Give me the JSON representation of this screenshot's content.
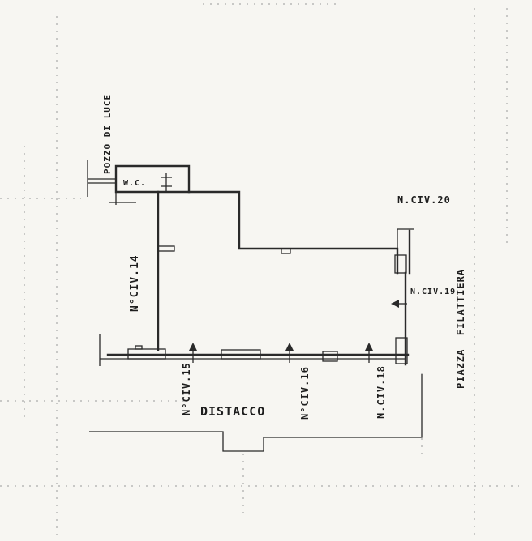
{
  "plan": {
    "labels": {
      "pozzo": "POZZO DI LUCE",
      "wc": "W.C.",
      "civ20": "N.CIV.20",
      "civ14": "N°CIV.14",
      "civ19": "N.CIV.19",
      "piazza": "PIAZZA  FILATTIERA",
      "civ15": "N°CIV.15",
      "civ16": "N°CIV.16",
      "civ18": "N.CIV.18",
      "distacco": "DISTACCO"
    }
  }
}
